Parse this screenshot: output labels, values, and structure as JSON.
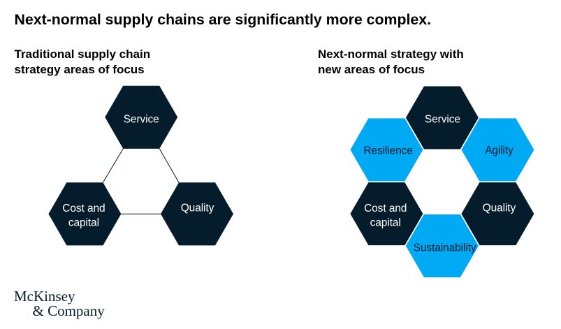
{
  "header": {
    "title": "Next-normal supply chains are significantly more complex."
  },
  "colors": {
    "background": "#ffffff",
    "dark_hexagon": "#051c2c",
    "blue_hexagon": "#00a9f4",
    "label_on_dark": "#ffffff",
    "label_on_blue": "#051c2c",
    "connector_line": "#051c2c",
    "title_text": "#000000",
    "logo_text": "#051c2c"
  },
  "left_panel": {
    "heading_line1": "Traditional supply chain",
    "heading_line2": "strategy areas of focus",
    "hexagons": [
      {
        "id": "service",
        "slot": "top",
        "variant": "dark",
        "lines": [
          "Service"
        ]
      },
      {
        "id": "cost-capital",
        "slot": "bottom-left",
        "variant": "dark",
        "lines": [
          "Cost and",
          "capital"
        ]
      },
      {
        "id": "quality",
        "slot": "bottom-right",
        "variant": "dark",
        "lines": [
          "Quality"
        ]
      }
    ],
    "connectors": [
      {
        "from": "service",
        "to": "cost-capital"
      },
      {
        "from": "service",
        "to": "quality"
      },
      {
        "from": "cost-capital",
        "to": "quality"
      }
    ]
  },
  "right_panel": {
    "heading_line1": "Next-normal strategy with",
    "heading_line2": "new areas of focus",
    "hexagons": [
      {
        "id": "service",
        "slot": "top",
        "variant": "dark",
        "lines": [
          "Service"
        ]
      },
      {
        "id": "resilience",
        "slot": "upper-left",
        "variant": "blue",
        "lines": [
          "Resilience"
        ]
      },
      {
        "id": "agility",
        "slot": "upper-right",
        "variant": "blue",
        "lines": [
          "Agility"
        ]
      },
      {
        "id": "cost-capital",
        "slot": "lower-left",
        "variant": "dark",
        "lines": [
          "Cost and",
          "capital"
        ]
      },
      {
        "id": "quality",
        "slot": "lower-right",
        "variant": "dark",
        "lines": [
          "Quality"
        ]
      },
      {
        "id": "sustainability",
        "slot": "bottom",
        "variant": "blue",
        "lines": [
          "Sustainability"
        ]
      }
    ]
  },
  "logo": {
    "line1": "McKinsey",
    "line2": "& Company"
  }
}
